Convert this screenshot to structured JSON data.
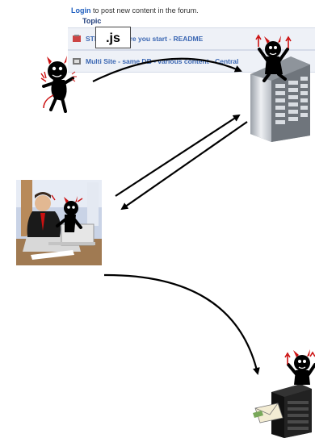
{
  "forum": {
    "login_link": "Login",
    "login_rest": " to post new content in the forum.",
    "topic_header": "Topic",
    "rows": [
      {
        "label": "STICKY: Before you start - README"
      },
      {
        "label": "Multi Site - same DB - various content - Central"
      }
    ]
  },
  "badge": {
    "label": ".js"
  },
  "icons": {
    "attacker": "devil-attacker-icon",
    "web_server": "web-server-icon",
    "victim": "office-worker-icon",
    "attacker_server": "attacker-server-icon"
  },
  "colors": {
    "devil_red": "#cc1111",
    "arrow": "#000000",
    "link": "#1f5fbf"
  }
}
